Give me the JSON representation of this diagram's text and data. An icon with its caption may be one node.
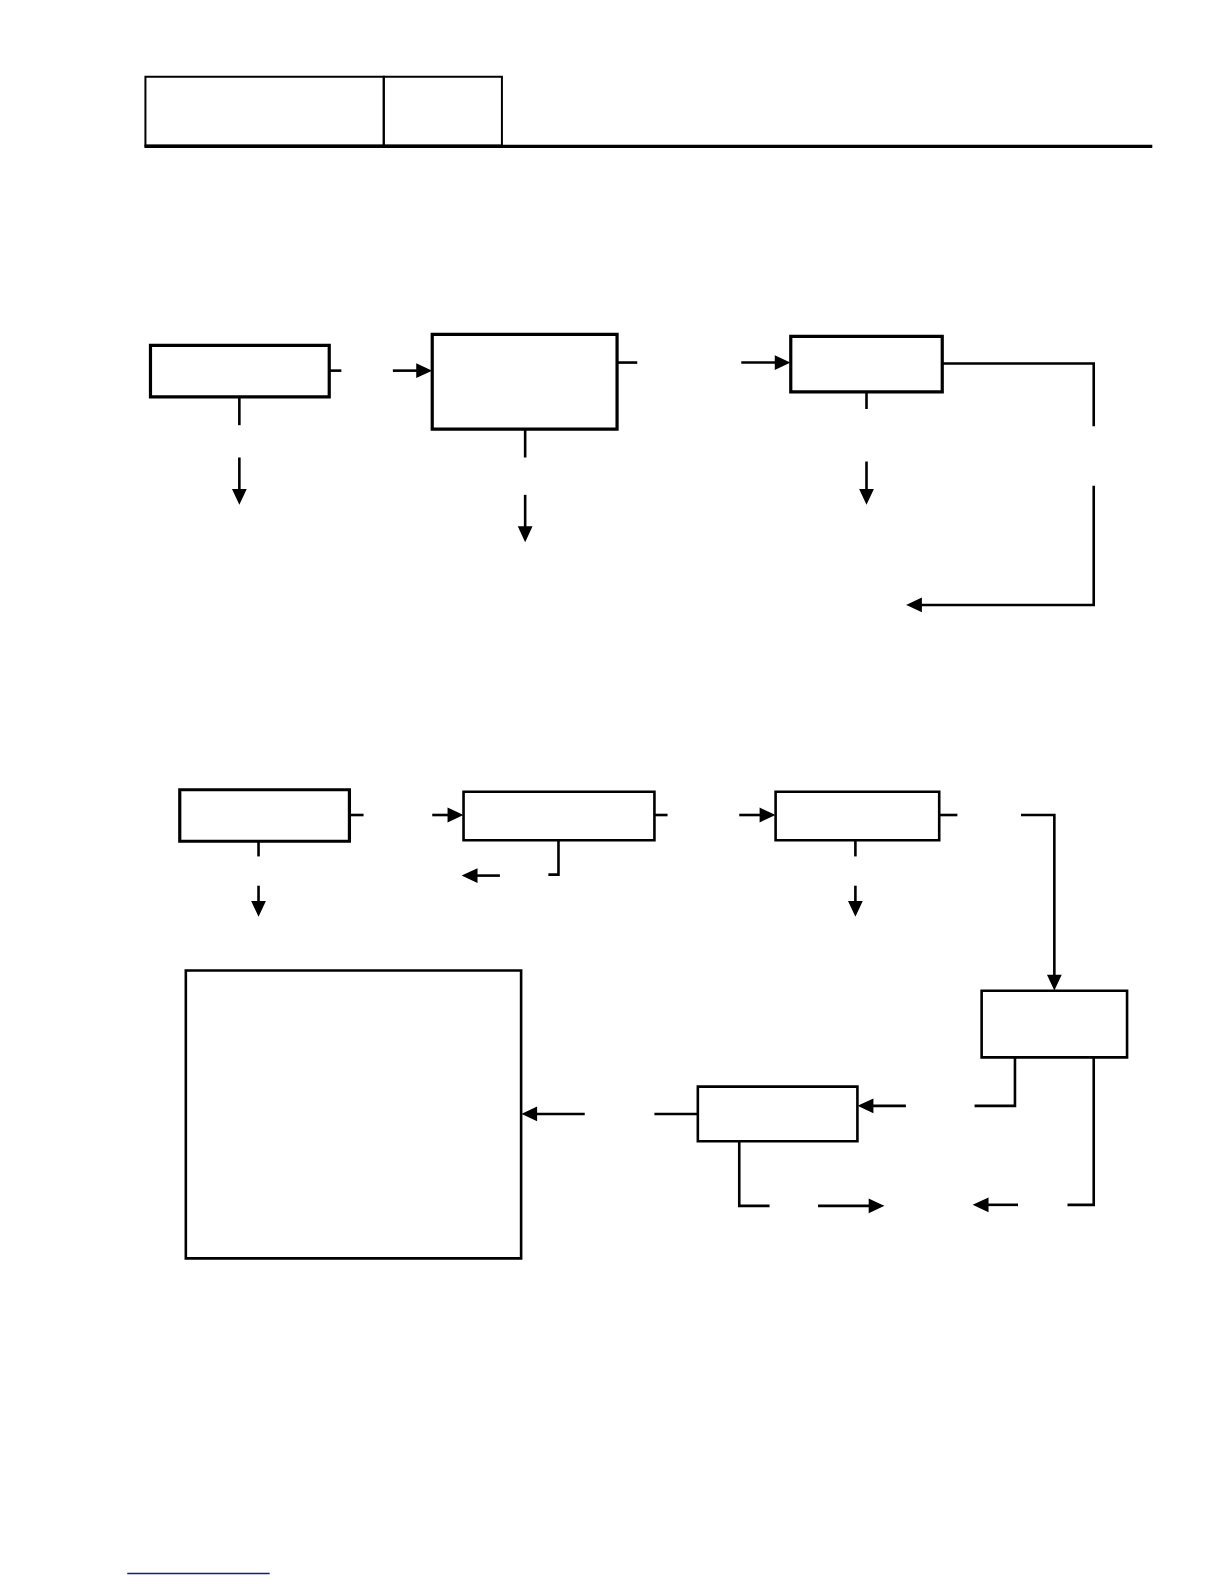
{
  "diagram": {
    "nodes": [
      {
        "text": [],
        "shape": "box"
      },
      {
        "text": [],
        "shape": "box"
      },
      {
        "text": [],
        "shape": "box"
      },
      {
        "text": [],
        "shape": "box"
      },
      {
        "text": [],
        "shape": "box"
      },
      {
        "text": [],
        "shape": "box"
      },
      {
        "text": [],
        "shape": "box"
      },
      {
        "text": [],
        "shape": "box"
      },
      {
        "text": [],
        "shape": "box"
      }
    ],
    "edges": [
      {
        "from": 0,
        "to": null,
        "arrow": "none"
      },
      {
        "from": null,
        "to": 1,
        "arrow": "to"
      },
      {
        "from": 0,
        "to": null,
        "arrow": "none"
      },
      {
        "from": 1,
        "to": null,
        "arrow": "none"
      },
      {
        "from": null,
        "to": 2,
        "arrow": "to"
      },
      {
        "from": 1,
        "to": null,
        "arrow": "none"
      },
      {
        "from": 2,
        "to": null,
        "arrow": "none"
      },
      {
        "from": 2,
        "to": null,
        "arrow": "none"
      },
      {
        "from": 3,
        "to": null,
        "arrow": "none"
      },
      {
        "from": null,
        "to": 4,
        "arrow": "to"
      },
      {
        "from": 3,
        "to": null,
        "arrow": "none"
      },
      {
        "from": 4,
        "to": null,
        "arrow": "none"
      },
      {
        "from": 4,
        "to": null,
        "arrow": "none"
      },
      {
        "from": null,
        "to": 5,
        "arrow": "to"
      },
      {
        "from": 5,
        "to": null,
        "arrow": "none"
      },
      {
        "from": 5,
        "to": null,
        "arrow": "none"
      },
      {
        "from": null,
        "to": 6,
        "arrow": "to"
      },
      {
        "from": 6,
        "to": null,
        "arrow": "none"
      },
      {
        "from": null,
        "to": 7,
        "arrow": "to"
      },
      {
        "from": 6,
        "to": null,
        "arrow": "none"
      },
      {
        "from": 7,
        "to": null,
        "arrow": "none"
      },
      {
        "from": null,
        "to": 8,
        "arrow": "to"
      },
      {
        "from": 7,
        "to": null,
        "arrow": "none"
      }
    ]
  }
}
